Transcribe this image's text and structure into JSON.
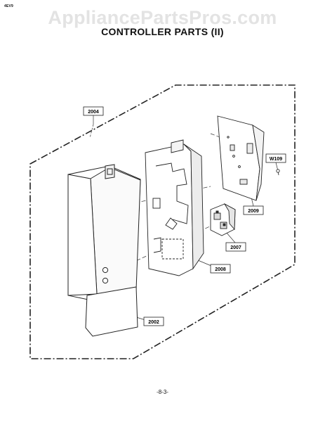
{
  "header": {
    "corner_mark": "4EV9",
    "watermark": "AppliancePartsPros.com",
    "title": "CONTROLLER PARTS (II)"
  },
  "callouts": {
    "p2004": "2004",
    "p2009": "2009",
    "pW109": "W109",
    "p2007": "2007",
    "p2008": "2008",
    "p2002": "2002"
  },
  "footer": {
    "page_number": "-8-3-"
  }
}
